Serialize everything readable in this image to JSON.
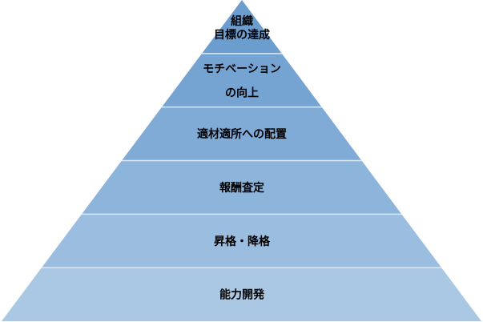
{
  "layers": [
    {
      "lines": [
        "組織",
        "目標の達成"
      ],
      "color": "#6b9dcf"
    },
    {
      "lines": [
        "モチベーション",
        "の向上"
      ],
      "color": "#75a4d3"
    },
    {
      "lines": [
        "適材適所への配置"
      ],
      "color": "#80abd7"
    },
    {
      "lines": [
        "報酬査定"
      ],
      "color": "#8db4db"
    },
    {
      "lines": [
        "昇格・降格"
      ],
      "color": "#9bbee0"
    },
    {
      "lines": [
        "能力開発"
      ],
      "color": "#aac8e3"
    }
  ],
  "divider_color": "#dbe7f3"
}
